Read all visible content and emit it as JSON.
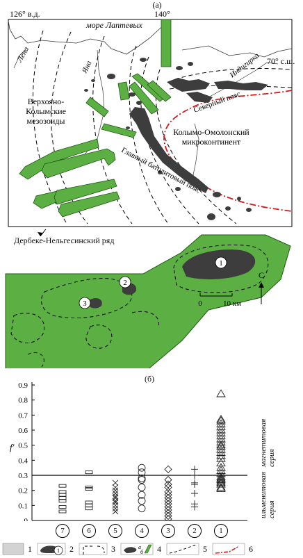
{
  "panel_a": {
    "letter": "(а)",
    "lon_left": "126° в.д.",
    "lon_mid": "140°",
    "lat": "70° с.ш.",
    "sea": "море Лаптевых",
    "rivers": [
      "Лена",
      "Яна",
      "Индигирка"
    ],
    "region_west": [
      "Верхояно-",
      "Колымские",
      "мезозоиды"
    ],
    "region_east": [
      "Колымо-Омолонский",
      "микроконтинент"
    ],
    "belt_north": "Северный пояс",
    "belt_main": "Главный батолитовый пояс"
  },
  "inset": {
    "callout": "Дербеке-Нельгесинский ряд",
    "bodies": [
      "1",
      "2",
      "3"
    ],
    "scale_zero": "0",
    "scale_len": "10 км",
    "north": "С"
  },
  "panel_b": {
    "letter": "(б)",
    "y_label": "f'",
    "series_magnetite": [
      "магнетитовая",
      "серия"
    ],
    "series_ilmenite": [
      "ильменитовая",
      "серия"
    ]
  },
  "chart_data": {
    "type": "scatter",
    "y_ticks": [
      "0",
      "0.1",
      "0.2",
      "0.3",
      "0.4",
      "0.5",
      "0.6",
      "0.7",
      "0.8",
      "0.9"
    ],
    "ylim": [
      0,
      0.9
    ],
    "threshold": 0.3,
    "categories": [
      "7",
      "6",
      "5",
      "4",
      "3",
      "2",
      "1"
    ],
    "series": [
      {
        "category": "7",
        "marker": "rect",
        "values": [
          0.23,
          0.19,
          0.17,
          0.15,
          0.13,
          0.09,
          0.06
        ]
      },
      {
        "category": "6",
        "marker": "rect",
        "values": [
          0.32,
          0.22,
          0.21,
          0.12,
          0.1,
          0.08
        ]
      },
      {
        "category": "5",
        "marker": "x",
        "values": [
          0.25,
          0.22,
          0.2,
          0.18,
          0.16,
          0.15,
          0.13,
          0.12,
          0.1,
          0.08,
          0.06
        ]
      },
      {
        "category": "4",
        "marker": "circle",
        "values": [
          0.35,
          0.32,
          0.28,
          0.27,
          0.22,
          0.17,
          0.13,
          0.08
        ]
      },
      {
        "category": "3",
        "marker": "diamond",
        "values": [
          0.34,
          0.27,
          0.24,
          0.22,
          0.19,
          0.17,
          0.15,
          0.13,
          0.11,
          0.09,
          0.07,
          0.05,
          0.03,
          0.01
        ]
      },
      {
        "category": "2",
        "marker": "plus",
        "values": [
          0.34,
          0.3,
          0.25,
          0.24,
          0.18,
          0.11,
          0.09
        ]
      },
      {
        "category": "1",
        "marker": "triangle",
        "values": [
          0.84,
          0.67,
          0.66,
          0.64,
          0.62,
          0.6,
          0.58,
          0.56,
          0.54,
          0.52,
          0.5,
          0.49,
          0.47,
          0.45,
          0.43,
          0.41,
          0.38,
          0.35,
          0.33,
          0.31,
          0.29,
          0.28,
          0.27,
          0.26,
          0.25,
          0.24,
          0.22,
          0.21
        ]
      }
    ]
  },
  "legend": {
    "items": [
      "1",
      "2",
      "3",
      "4",
      "5",
      "6"
    ],
    "marker_body": "1",
    "sub_a": "а",
    "sub_b": "б"
  }
}
